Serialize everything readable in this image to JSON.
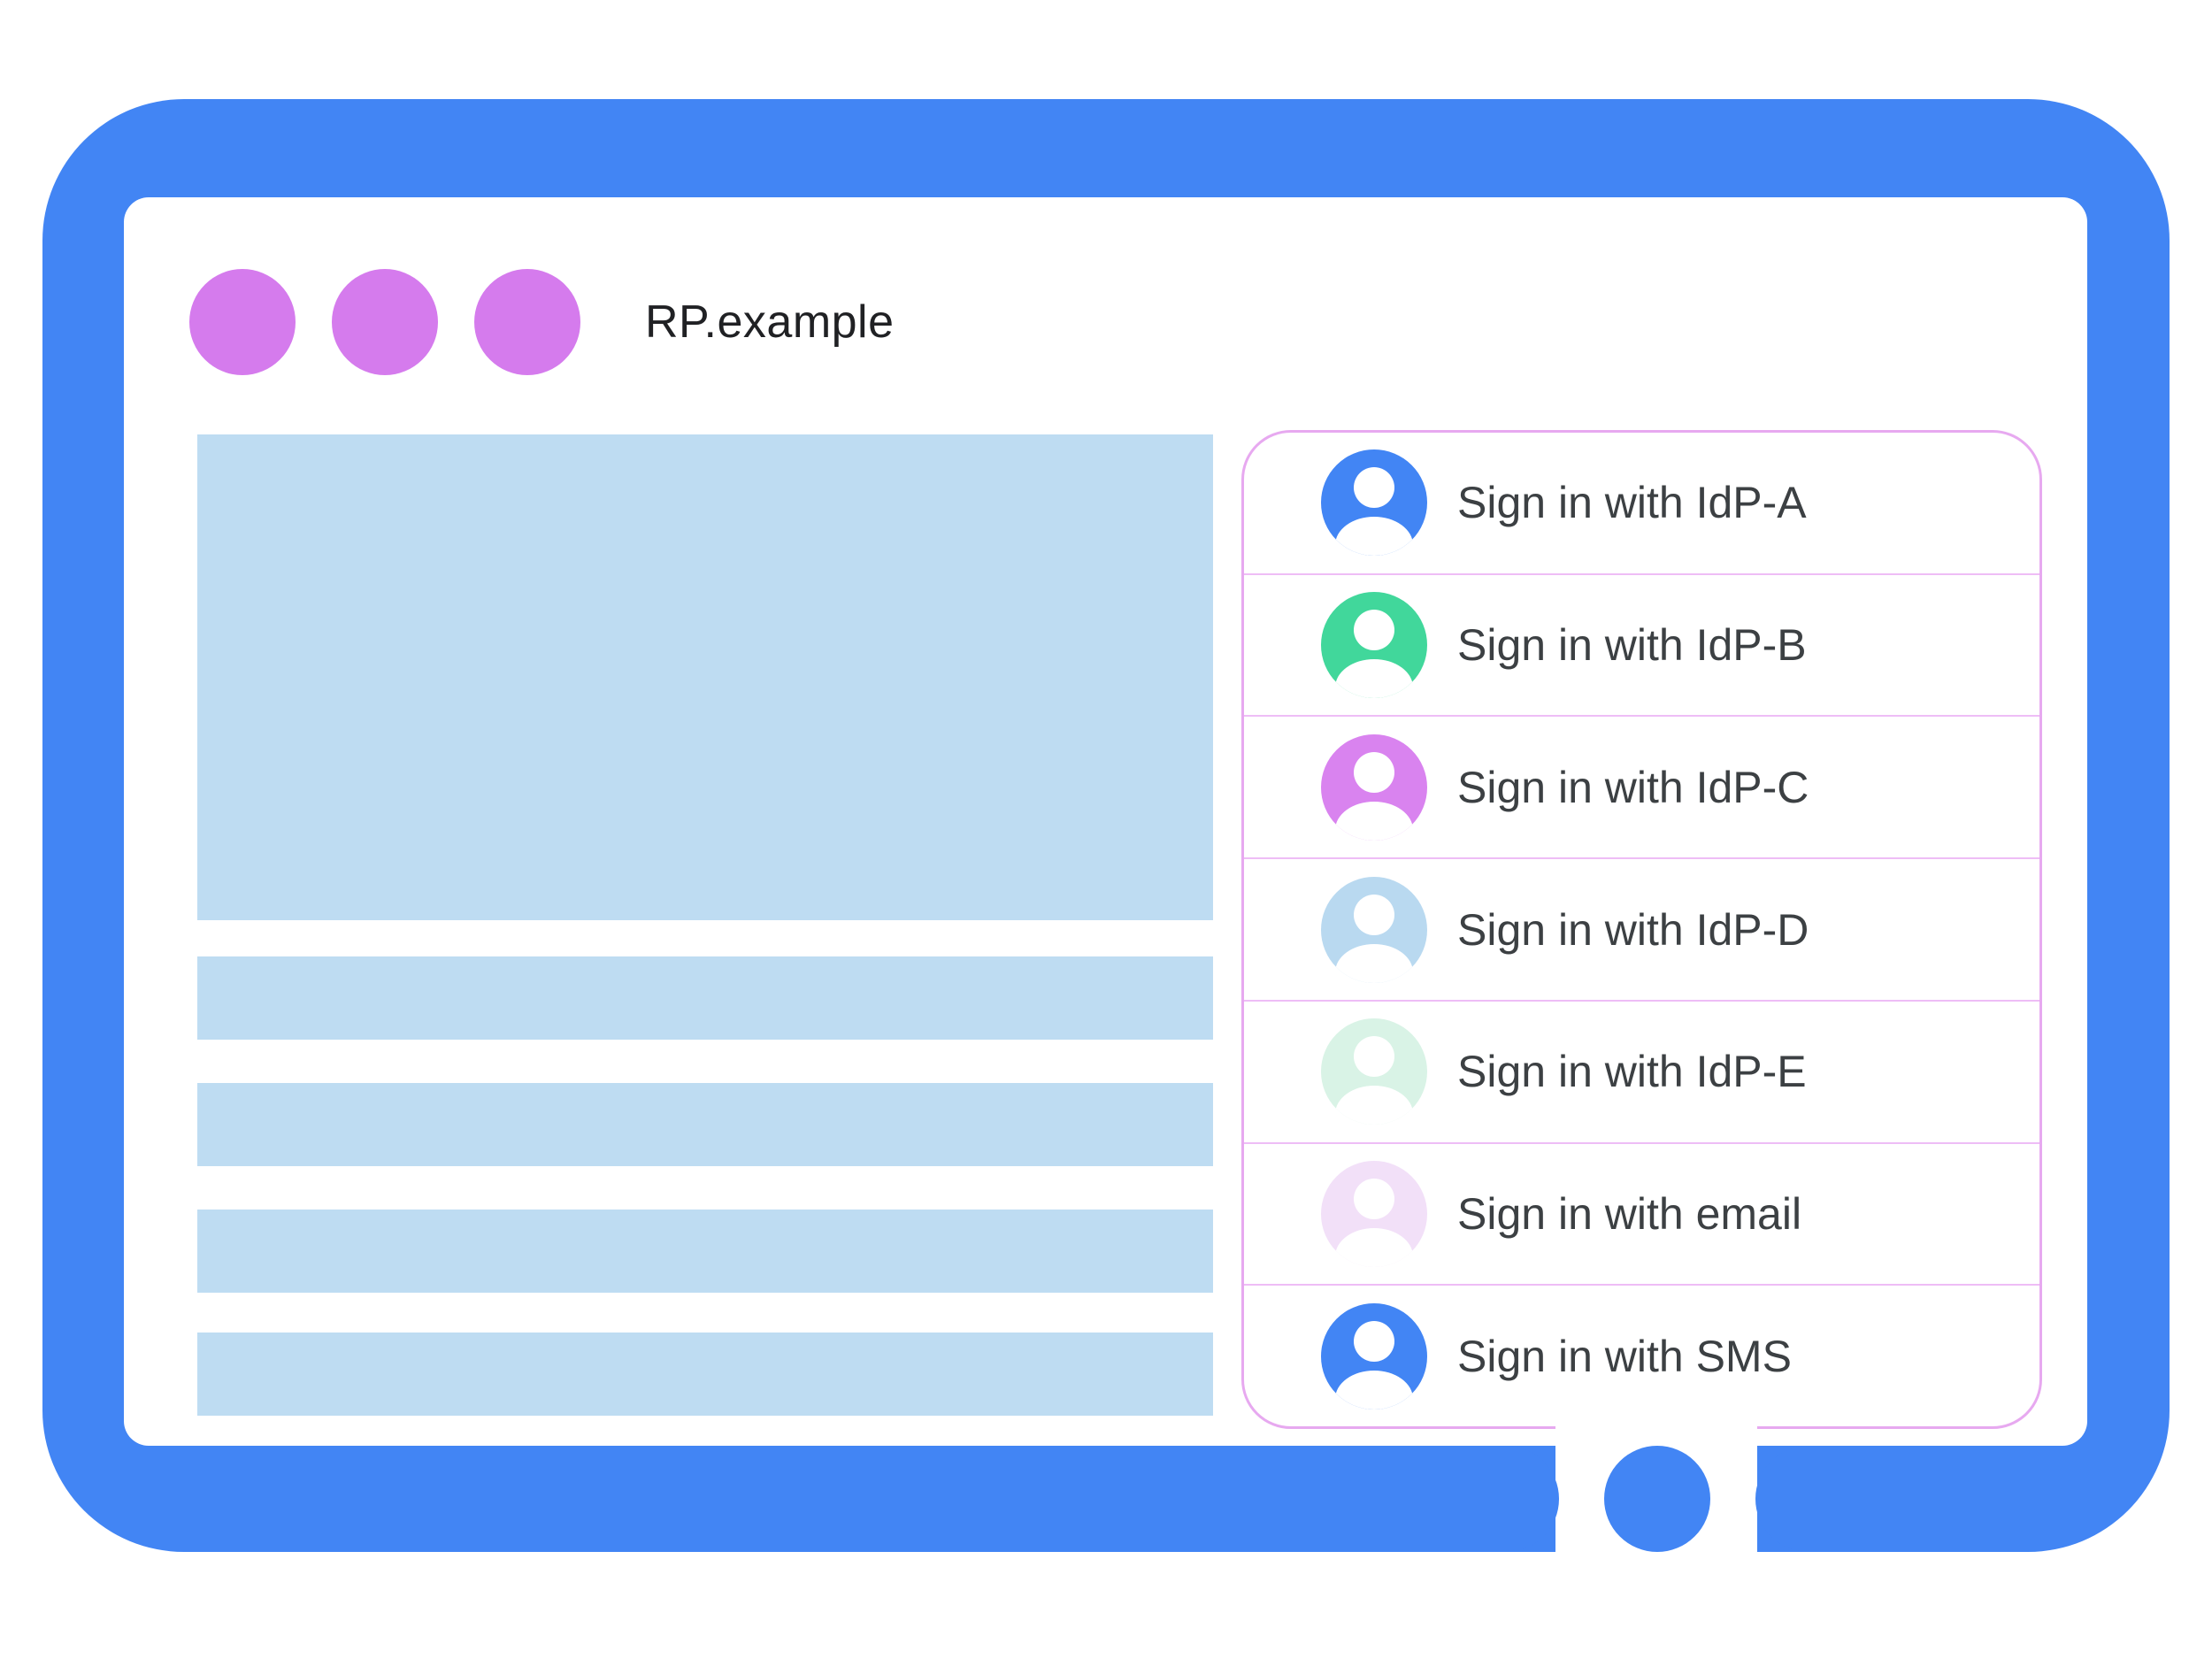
{
  "colors": {
    "frame": "#4285f4",
    "dot": "#d57bed",
    "placeholder": "#bedcf2",
    "panelBorder": "#e7a9f0",
    "divider": "#eebdf6",
    "title": "#202124",
    "label": "#3c4043",
    "glyph": "#ffffff"
  },
  "window": {
    "title": "RP.example"
  },
  "signin": {
    "items": [
      {
        "label": "Sign in with IdP-A",
        "color": "#4285f4"
      },
      {
        "label": "Sign in with IdP-B",
        "color": "#41d79b"
      },
      {
        "label": "Sign in with IdP-C",
        "color": "#d983ef"
      },
      {
        "label": "Sign in with IdP-D",
        "color": "#b9d9f0"
      },
      {
        "label": "Sign in with IdP-E",
        "color": "#d9f3e6"
      },
      {
        "label": "Sign in with email",
        "color": "#f2e0f8"
      },
      {
        "label": "Sign in with SMS",
        "color": "#4285f4"
      }
    ]
  }
}
